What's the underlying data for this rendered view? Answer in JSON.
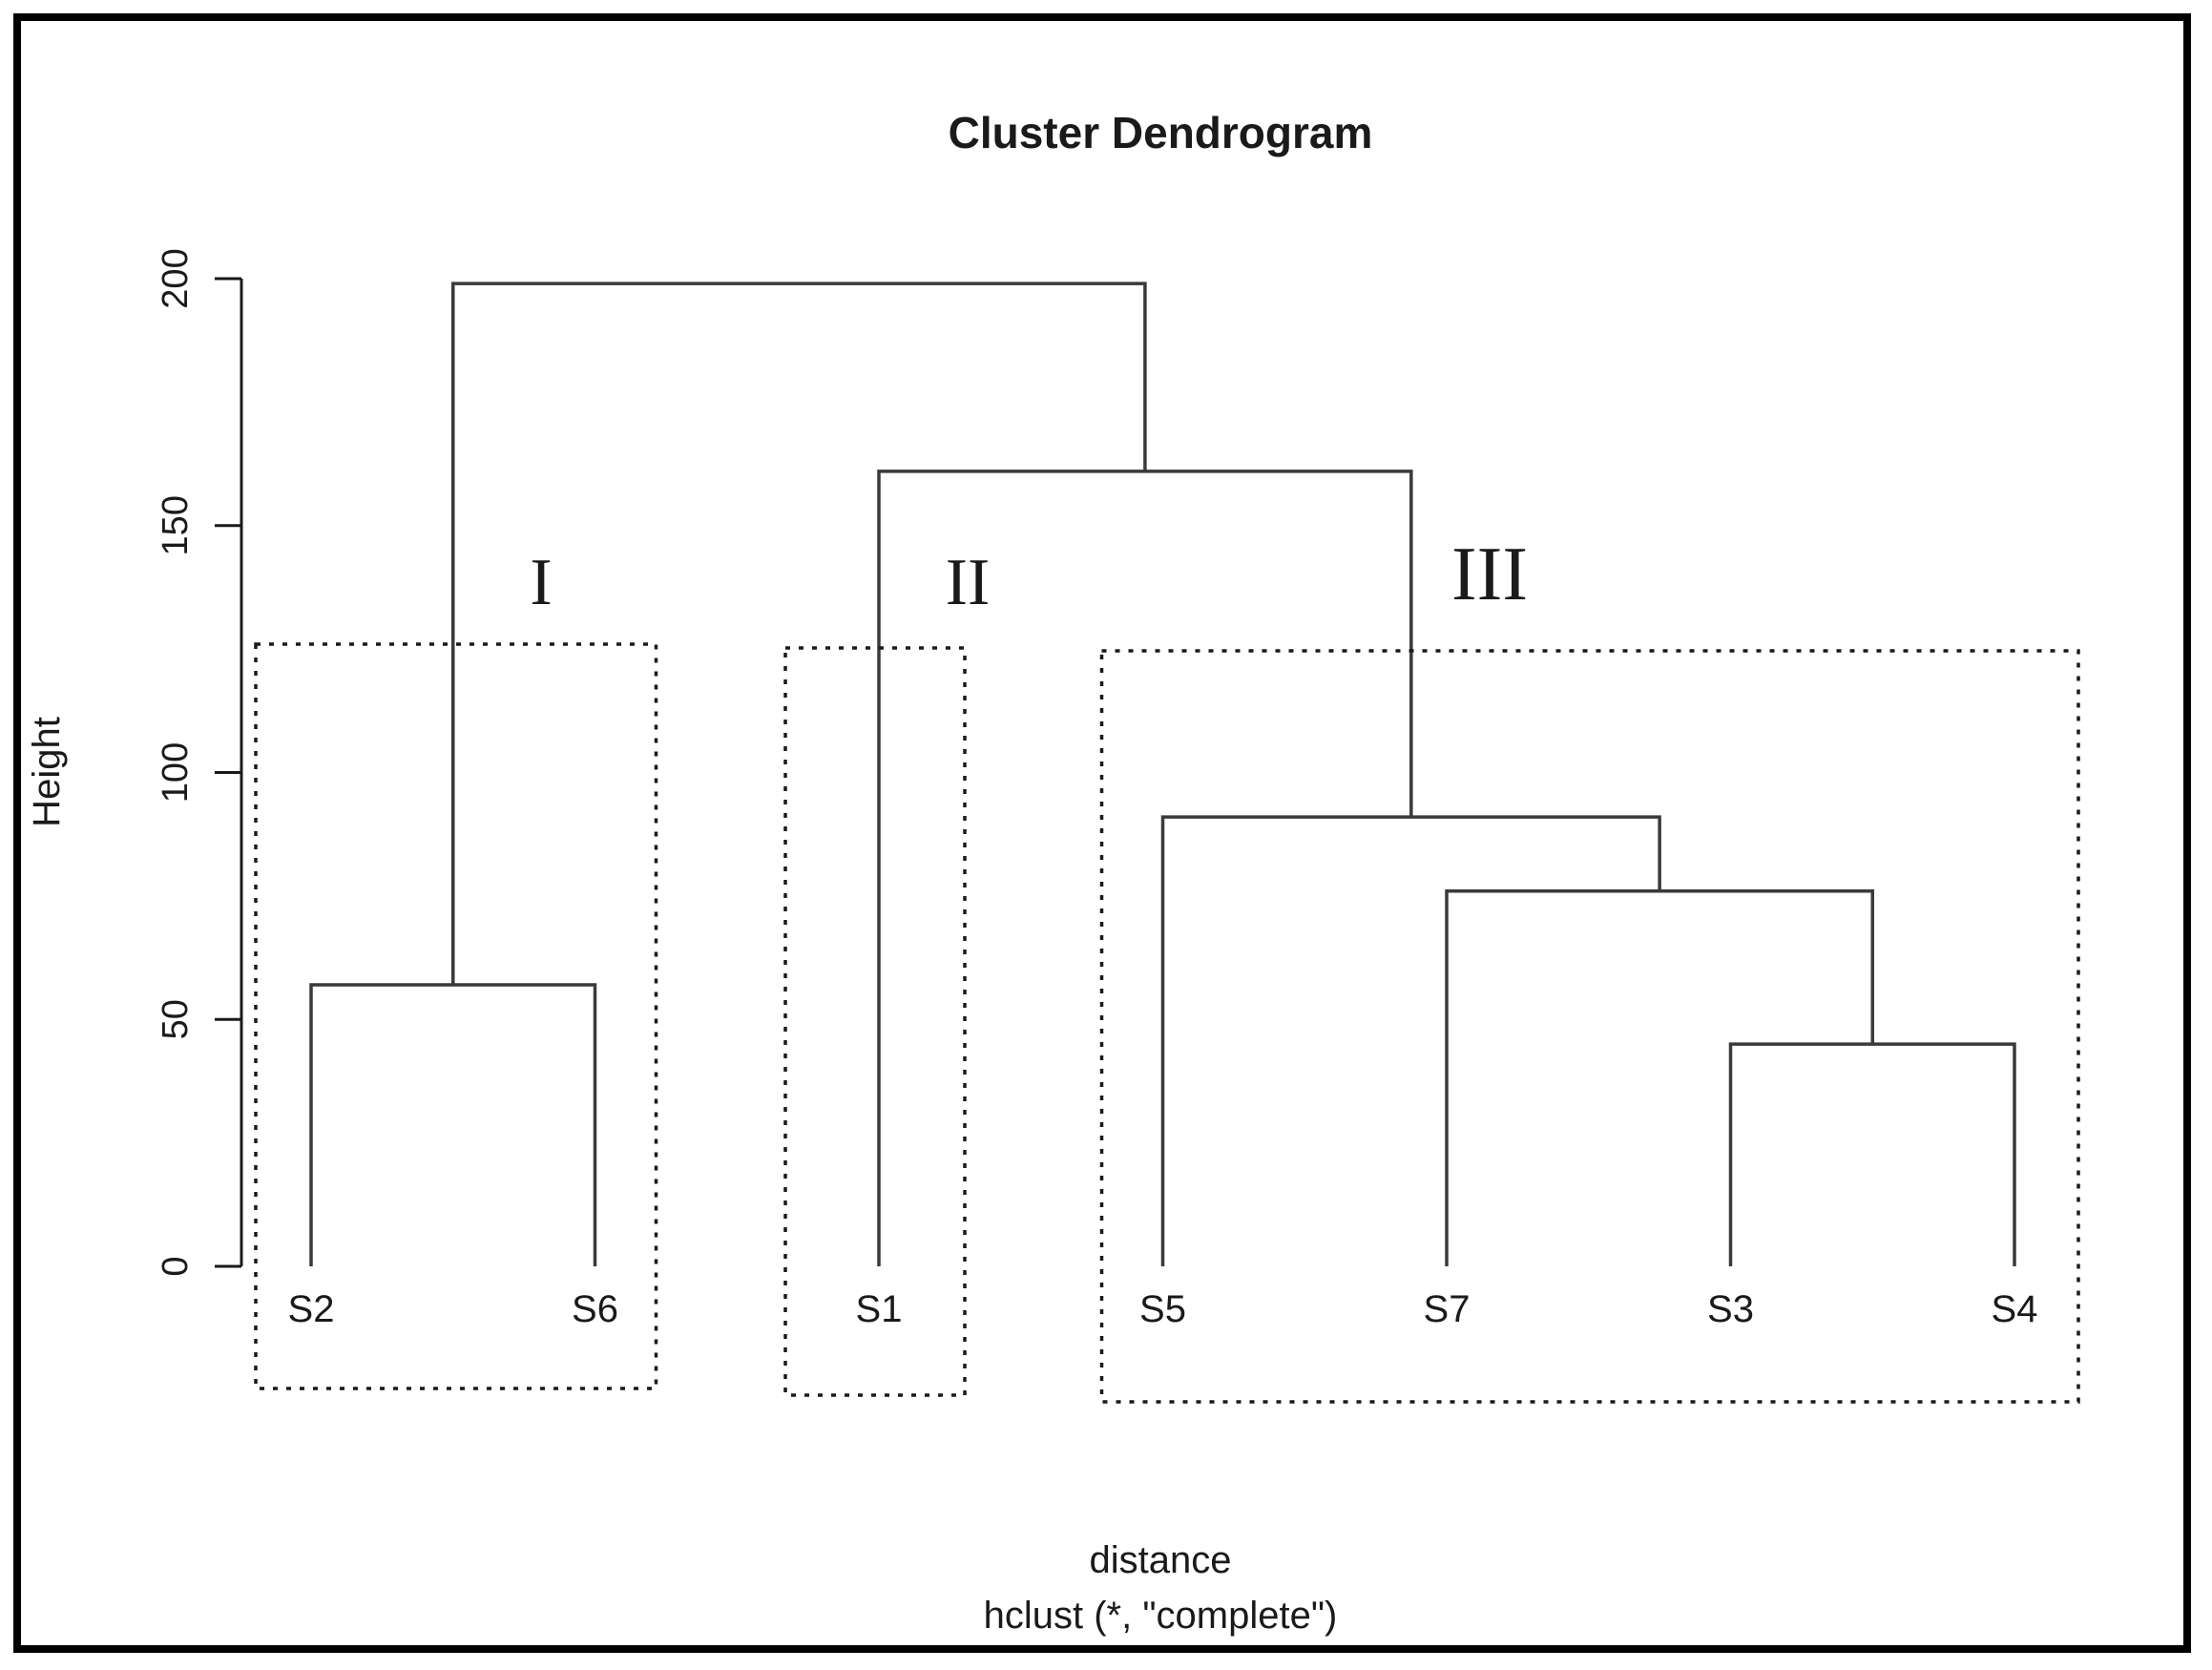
{
  "window": {
    "background": "#ffffff",
    "border_color": "#000000"
  },
  "chart_data": {
    "type": "dendrogram",
    "title": "Cluster Dendrogram",
    "ylabel": "Height",
    "xlabel": "distance",
    "sub": "hclust (*, \"complete\")",
    "yticks": [
      0,
      50,
      100,
      150,
      200
    ],
    "ylim": [
      0,
      210
    ],
    "grid": "off",
    "leaves": [
      "S2",
      "S6",
      "S1",
      "S5",
      "S7",
      "S3",
      "S4"
    ],
    "merges": [
      {
        "id": "n1",
        "a": "S2",
        "b": "S6",
        "height": 57
      },
      {
        "id": "n2",
        "a": "S3",
        "b": "S4",
        "height": 45
      },
      {
        "id": "n3",
        "a": "S7",
        "b": "n2",
        "height": 76
      },
      {
        "id": "n4",
        "a": "S5",
        "b": "n3",
        "height": 91
      },
      {
        "id": "n5",
        "a": "S1",
        "b": "n4",
        "height": 161
      },
      {
        "id": "n6",
        "a": "n1",
        "b": "n5",
        "height": 199
      }
    ],
    "clusters": [
      {
        "label": "I",
        "leaves": [
          "S2",
          "S6"
        ]
      },
      {
        "label": "II",
        "leaves": [
          "S1"
        ]
      },
      {
        "label": "III",
        "leaves": [
          "S5",
          "S7",
          "S3",
          "S4"
        ]
      }
    ],
    "line_color": "#3a3a3a",
    "box_color": "#1a1a1a",
    "text_color": "#1a1a1a"
  }
}
